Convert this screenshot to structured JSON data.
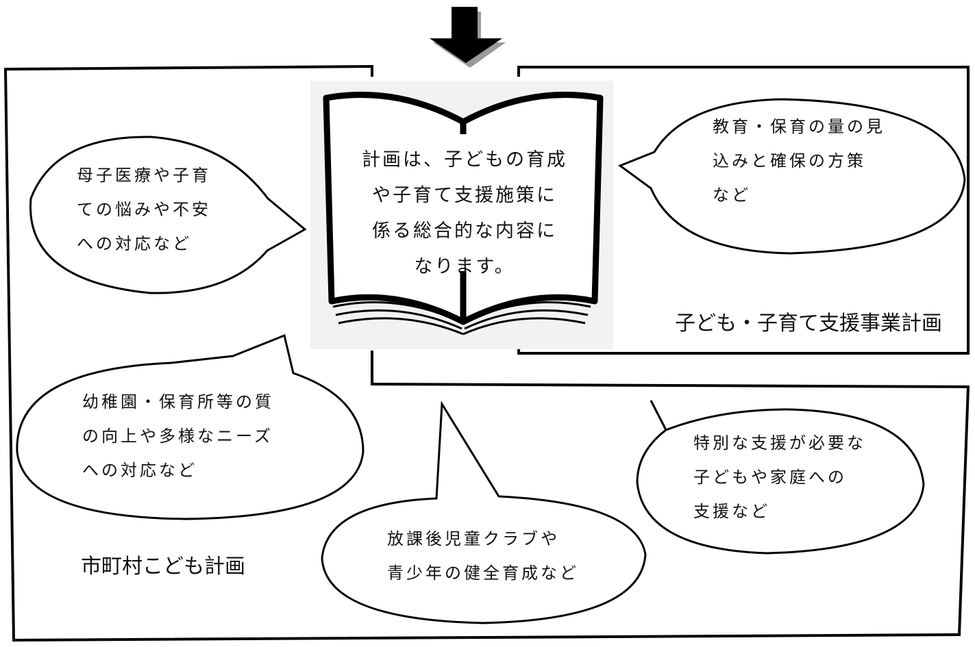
{
  "book": {
    "lines": [
      "計画は、子どもの育成",
      "や子育て支援施策に",
      "係る総合的な内容に",
      "なります。"
    ]
  },
  "plans": {
    "kodomo_keikaku": "市町村こども計画",
    "kosodate_jigyo_keikaku": "子ども・子育て支援事業計画"
  },
  "bubbles": {
    "maternal": {
      "lines": [
        "母子医療や子育",
        "ての悩みや不安",
        "への対応など"
      ]
    },
    "education": {
      "lines": [
        "教育・保育の量の見",
        "込みと確保の方策",
        "など"
      ]
    },
    "quality": {
      "lines": [
        "幼稚園・保育所等の質",
        "の向上や多様なニーズ",
        "への対応など"
      ]
    },
    "special": {
      "lines": [
        "特別な支援が必要な",
        "子どもや家庭への",
        "支援など"
      ]
    },
    "afterschool": {
      "lines": [
        "放課後児童クラブや",
        "青少年の健全育成など"
      ]
    }
  },
  "colors": {
    "stroke": "#000000",
    "book_bg": "#f2f2f2",
    "arrow_shadow": "#9a9a9a"
  }
}
